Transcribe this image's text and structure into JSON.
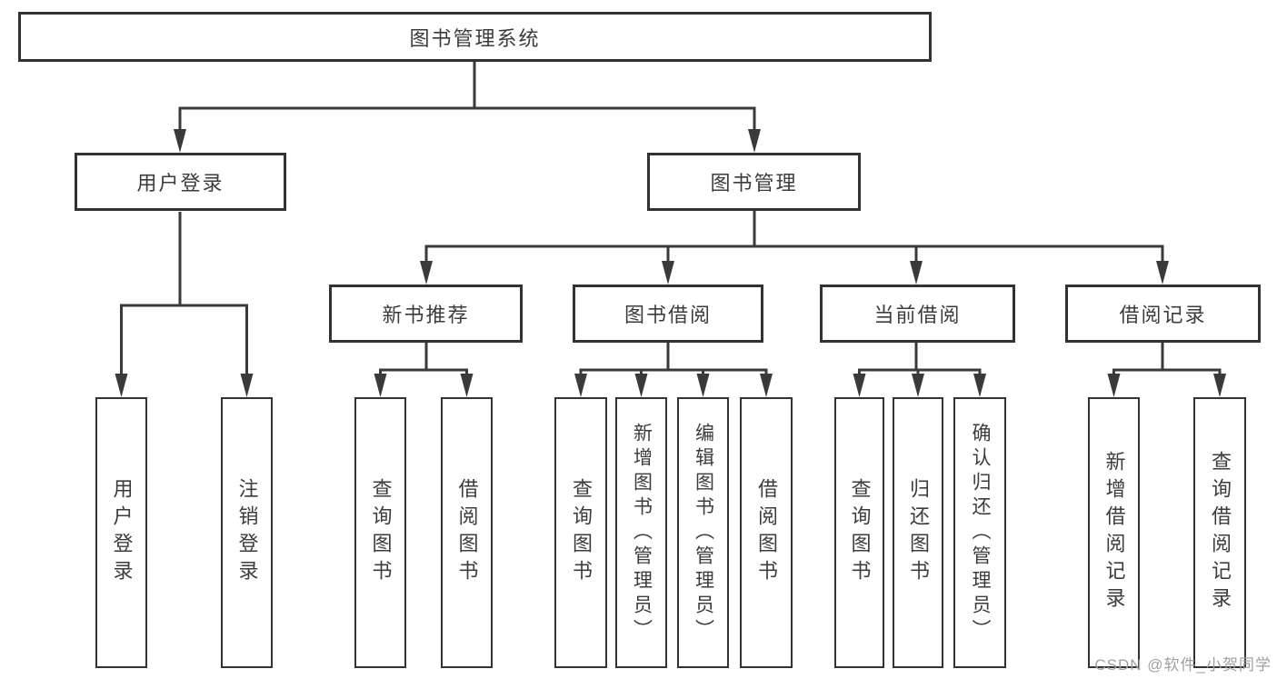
{
  "colors": {
    "line": "#3a3a3a",
    "box_border": "#323232",
    "text": "#3c3c3c",
    "watermark": "#a0a0a0"
  },
  "watermark": {
    "text": "CSDN @软件_小贺同学"
  },
  "tree": {
    "label": "图书管理系统",
    "children": [
      {
        "label": "用户登录",
        "children": [
          {
            "label": "用户登录"
          },
          {
            "label": "注销登录"
          }
        ]
      },
      {
        "label": "图书管理",
        "children": [
          {
            "label": "新书推荐",
            "children": [
              {
                "label": "查询图书"
              },
              {
                "label": "借阅图书"
              }
            ]
          },
          {
            "label": "图书借阅",
            "children": [
              {
                "label": "查询图书"
              },
              {
                "label": "新增图书（管理员）"
              },
              {
                "label": "编辑图书（管理员）"
              },
              {
                "label": "借阅图书"
              }
            ]
          },
          {
            "label": "当前借阅",
            "children": [
              {
                "label": "查询图书"
              },
              {
                "label": "归还图书"
              },
              {
                "label": "确认归还（管理员）"
              }
            ]
          },
          {
            "label": "借阅记录",
            "children": [
              {
                "label": "新增借阅记录"
              },
              {
                "label": "查询借阅记录"
              }
            ]
          }
        ]
      }
    ]
  }
}
